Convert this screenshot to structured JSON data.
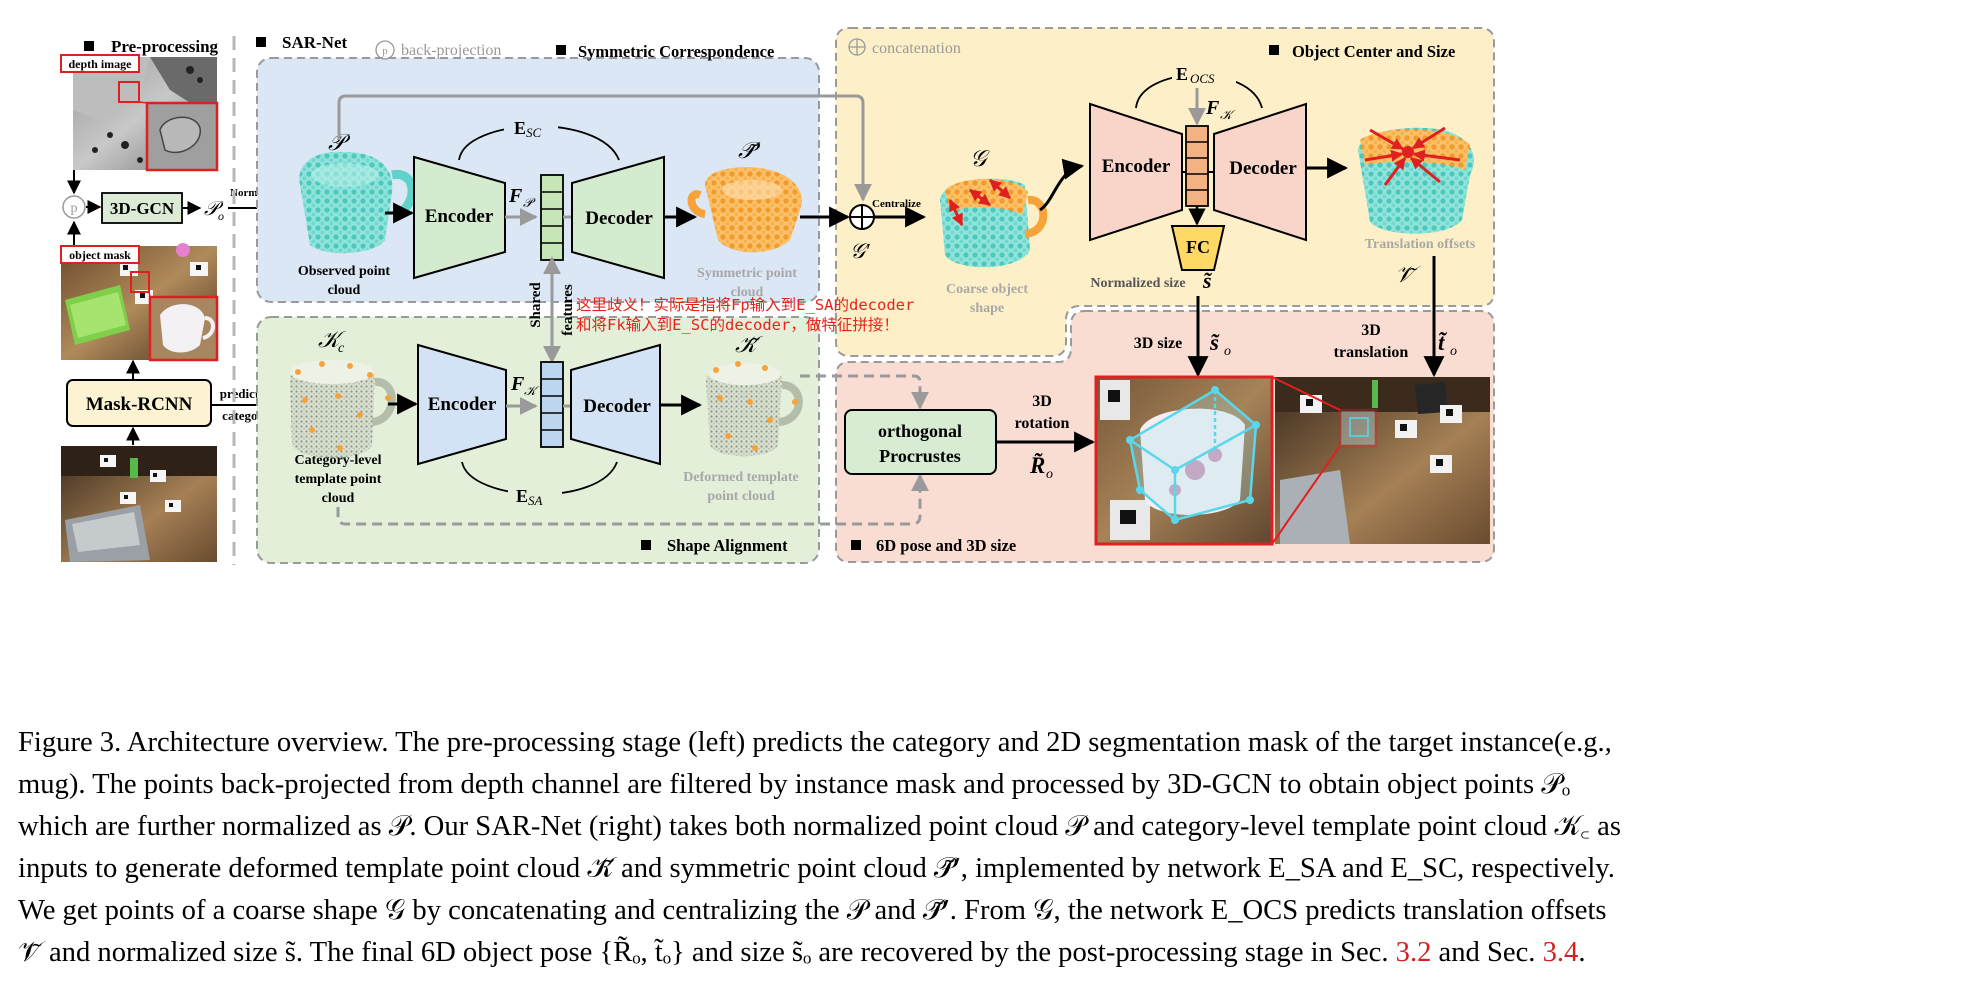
{
  "preprocessing": {
    "title": "Pre-processing",
    "depth_label": "depth image",
    "mask_label": "object mask",
    "p_symbol": "p",
    "gcn_label": "3D-GCN",
    "po_symbol": "𝒫",
    "po_sub": "o",
    "normalize": "Normalize",
    "maskrcnn": "Mask-RCNN",
    "predicted_1": "predicted",
    "predicted_2": "category"
  },
  "sarnet": {
    "title": "SAR-Net",
    "back_projection": "back-projection",
    "concatenation": "concatenation",
    "sym_title": "Symmetric Correspondence",
    "shape_title": "Shape Alignment",
    "ocs_title": "Object Center and Size",
    "pose_title": "6D pose and 3D size",
    "encoder": "Encoder",
    "decoder": "Decoder",
    "esc": "E",
    "esc_sub": "SC",
    "esa": "E",
    "esa_sub": "SA",
    "eocs": "E",
    "eocs_sub": "OCS",
    "fp": "F",
    "fp_sub": "𝒫",
    "fk": "F",
    "fk_sub": "𝒦",
    "fk2": "F",
    "fk2_sub": "𝒦",
    "p_symbol": "𝒫",
    "p_prime": "𝒫̃′",
    "kc_symbol": "𝒦",
    "kc_sub": "c",
    "k_tilde": "𝒦̃",
    "g_symbol": "𝒢",
    "g_prime": "𝒢′",
    "v_symbol": "𝒱̃",
    "observed_1": "Observed point",
    "observed_2": "cloud",
    "symmetric_1": "Symmetric point",
    "symmetric_2": "cloud",
    "category_1": "Category-level",
    "category_2": "template point",
    "category_3": "cloud",
    "deformed_1": "Deformed template",
    "deformed_2": "point cloud",
    "shared_1": "Shared",
    "shared_2": "features",
    "centralize": "Centralize",
    "coarse_1": "Coarse object",
    "coarse_2": "shape",
    "fc": "FC",
    "norm_size": "Normalized size",
    "s_tilde": "s̃",
    "translation_offsets": "Translation offsets",
    "size3d": "3D size",
    "so": "s̃",
    "so_sub": "o",
    "trans3d_1": "3D",
    "trans3d_2": "translation",
    "to": "t̃",
    "to_sub": "o",
    "rot3d_1": "3D",
    "rot3d_2": "rotation",
    "ro": "R̃",
    "ro_sub": "o",
    "procrustes_1": "orthogonal",
    "procrustes_2": "Procrustes"
  },
  "annotation": {
    "line1": "这里歧义！实际是指将Fp输入到E_SA的decoder",
    "line2": "和将Fk输入到E_SC的decoder，做特征拼接！"
  },
  "caption": {
    "line1": "Figure 3. Architecture overview. The pre-processing stage (left) predicts the category and 2D segmentation mask of the target instance(e.g.,",
    "line2": "mug). The points back-projected from depth channel are filtered by instance mask and processed by 3D-GCN to obtain object points 𝒫ₒ",
    "line3": "which are further normalized as 𝒫. Our SAR-Net (right) takes both normalized point cloud 𝒫 and category-level template point cloud 𝒦꜀ as",
    "line4": "inputs to generate deformed template point cloud 𝒦̃ and symmetric point cloud 𝒫̃′, implemented by network E_SA and E_SC, respectively.",
    "line5": "We get points of a coarse shape 𝒢 by concatenating and centralizing the 𝒫 and 𝒫̃′. From 𝒢, the network E_OCS predicts translation offsets",
    "line6a": "𝒱̃ and normalized size s̃. The final 6D object pose {R̃ₒ, t̃ₒ} and size s̃ₒ are recovered by the post-processing stage in Sec. ",
    "ref1": "3.2",
    "line6b": " and Sec. ",
    "ref2": "3.4",
    "line6c": "."
  },
  "colors": {
    "blue_panel": "#dbe7f5",
    "green_panel": "#e3efd9",
    "yellow_panel": "#fdf0c8",
    "pink_panel": "#f9ddd3",
    "encoder_green": "#d5ebd0",
    "encoder_blue": "#d3e3f5",
    "encoder_pink": "#f8d5c8",
    "feature_green": "#c6e6b8",
    "feature_blue": "#bcd6f0",
    "feature_orange": "#f4b183",
    "maskrcnn_fill": "#fdf3d2",
    "procrustes_fill": "#d8ecd4",
    "fc_fill": "#ffd966",
    "annotation_red": "#e8231a",
    "highlight_red": "#e02020",
    "cyan_points": "#5fd3c9",
    "orange_points": "#f7a33a",
    "arrow_gray": "#9a9a9a"
  }
}
